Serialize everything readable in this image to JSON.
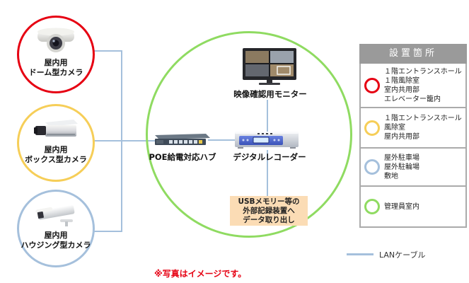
{
  "cameras": [
    {
      "name": "dome",
      "label": [
        "屋内用",
        "ドーム型カメラ"
      ]
    },
    {
      "name": "box",
      "label": [
        "屋内用",
        "ボックス型カメラ"
      ]
    },
    {
      "name": "housing",
      "label": [
        "屋内用",
        "ハウジング型カメラ"
      ]
    }
  ],
  "center": {
    "monitor_label": "映像確認用モニター",
    "hub_label": "POE給電対応ハブ",
    "recorder_label": "デジタルレコーダー",
    "usb_note": [
      "USBメモリー等の",
      "外部記録装置へ",
      "データ取り出し"
    ]
  },
  "legend_panel": {
    "title": "設置箇所",
    "rows": [
      {
        "marker": "red-ring",
        "locations": [
          "１階エントランスホール",
          "１階風除室",
          "室内共用部",
          "エレベーター籠内"
        ]
      },
      {
        "marker": "yellow-ring",
        "locations": [
          "１階エントランスホール",
          "風除室",
          "屋内共用部"
        ]
      },
      {
        "marker": "blue-ring",
        "locations": [
          "屋外駐車場",
          "屋外駐輪場",
          "敷地"
        ]
      },
      {
        "marker": "green-ring",
        "locations": [
          "管理員室内"
        ]
      }
    ]
  },
  "lan_legend": {
    "label": "LANケーブル"
  },
  "footnote": "※写真はイメージです。",
  "colors": {
    "red_ring": "#e60012",
    "yellow_ring": "#f6ce58",
    "blue_ring": "#a5c0dc",
    "green_ring": "#8fdb61",
    "connector_line": "#a5c0dc",
    "usb_note_bg": "#fbdcb5",
    "panel_header_bg": "#9a9a9a",
    "panel_border": "#ababab",
    "footnote_red": "#e60012"
  }
}
